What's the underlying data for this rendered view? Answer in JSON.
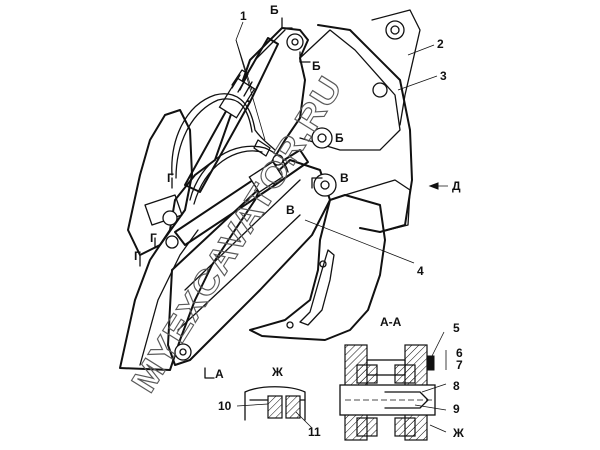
{
  "callouts": {
    "c1": "1",
    "c2": "2",
    "c3": "3",
    "c4": "4",
    "c5": "5",
    "c6": "6",
    "c7": "7",
    "c8": "8",
    "c9": "9",
    "c10": "10",
    "c11": "11"
  },
  "section_marks": {
    "b_top": "Б",
    "b_top2": "Б",
    "b_mid": "Б",
    "v1": "В",
    "v2": "В",
    "g1": "Г",
    "g2": "Г",
    "g3": "Г",
    "a_bottom": "А",
    "d_arrow": "Д",
    "zh_bottom": "Ж"
  },
  "section_titles": {
    "aa": "А-А",
    "zh": "Ж"
  },
  "watermark": "MYEXCAVATOR.RU"
}
